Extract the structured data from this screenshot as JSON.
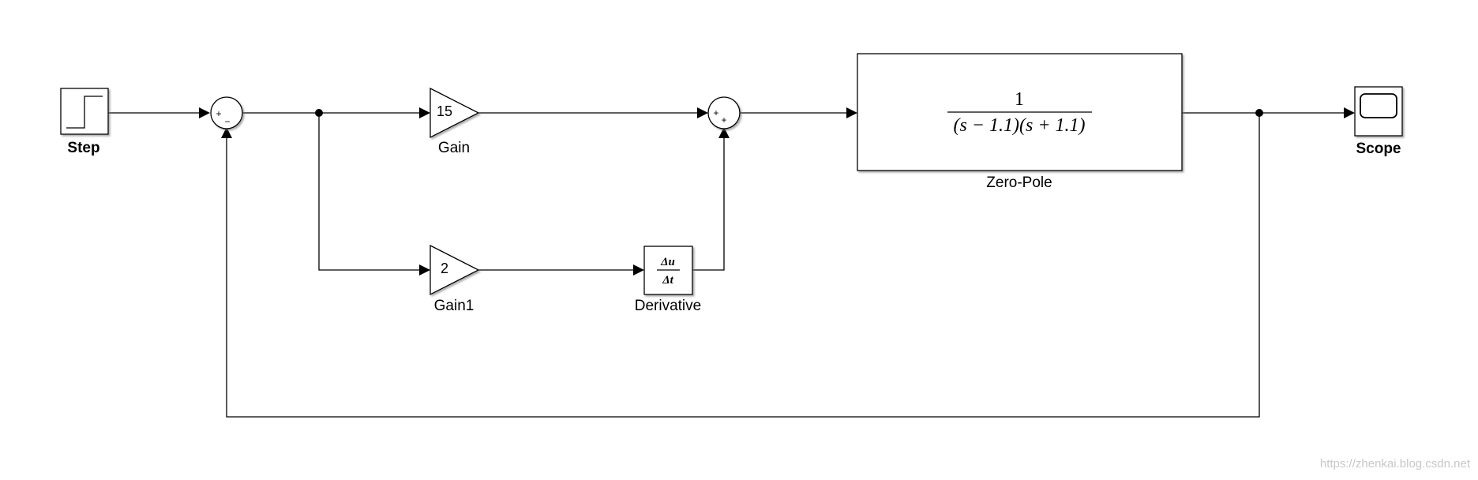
{
  "blocks": {
    "step": {
      "label": "Step"
    },
    "sum1": {
      "signs": [
        "+",
        "−"
      ]
    },
    "gain": {
      "label": "Gain",
      "value": "15"
    },
    "gain1": {
      "label": "Gain1",
      "value": "2"
    },
    "derivative": {
      "label": "Derivative",
      "numerator": "Δu",
      "denominator": "Δt"
    },
    "sum2": {
      "signs": [
        "+",
        "+"
      ]
    },
    "zero_pole": {
      "label": "Zero-Pole",
      "numerator": "1",
      "denominator": "(s − 1.1)(s + 1.1)"
    },
    "scope": {
      "label": "Scope"
    }
  },
  "watermark": "https://zhenkai.blog.csdn.net"
}
